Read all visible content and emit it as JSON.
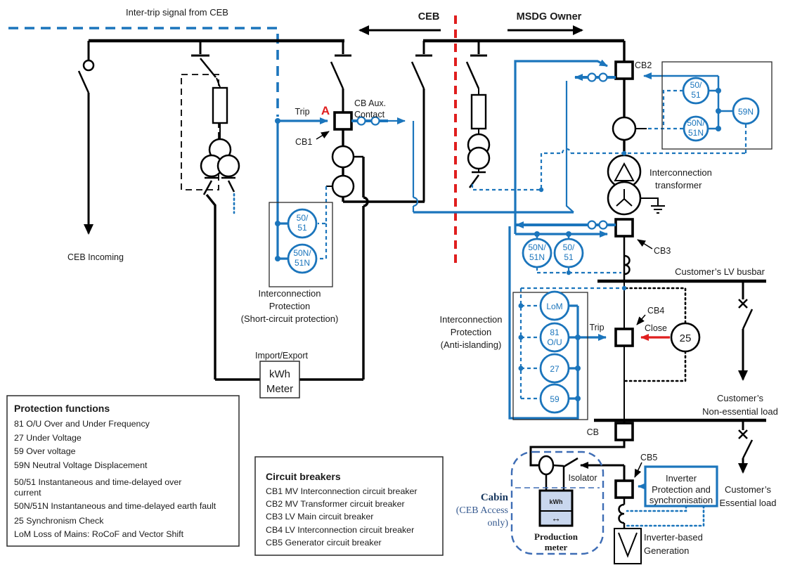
{
  "header": {
    "intertrip": "Inter-trip signal from CEB",
    "ceb_region": "CEB",
    "msdg_region": "MSDG Owner"
  },
  "labels": {
    "ceb_incoming": "CEB Incoming",
    "trip_cb1": "Trip",
    "marker_a": "A",
    "cb_aux_l1": "CB Aux.",
    "cb_aux_l2": "Contact",
    "cb1": "CB1",
    "cb2": "CB2",
    "cb3": "CB3",
    "cb4": "CB4",
    "cb5": "CB5",
    "cb": "CB",
    "import_export": "Import/Export",
    "kwh_meter_l1": "kWh",
    "kwh_meter_l2": "Meter",
    "intercon_tx_l1": "Interconnection",
    "intercon_tx_l2": "transformer",
    "lv_busbar": "Customer’s LV busbar",
    "trip_cb4": "Trip",
    "close_cb4": "Close",
    "non_essential_l1": "Customer’s",
    "non_essential_l2": "Non-essential load",
    "essential_l1": "Customer’s",
    "essential_l2": "Essential load",
    "isolator": "Isolator",
    "cabin_l1": "Cabin",
    "cabin_l2": "(CEB Access",
    "cabin_l3": "only)",
    "production_kwh": "kWh",
    "production_arrow": "↔",
    "production_meter_l1": "Production",
    "production_meter_l2": "meter",
    "inverter_box_l1": "Inverter",
    "inverter_box_l2": "Protection and",
    "inverter_box_l3": "synchronisation",
    "generation_l1": "Inverter-based",
    "generation_l2": "Generation",
    "sc_prot_l1": "Interconnection",
    "sc_prot_l2": "Protection",
    "sc_prot_l3": "(Short-circuit protection)",
    "ai_prot_l1": "Interconnection",
    "ai_prot_l2": "Protection",
    "ai_prot_l3": "(Anti-islanding)"
  },
  "relays": {
    "oc_cb1_l1": "50/",
    "oc_cb1_l2": "51",
    "ef_cb1_l1": "50N/",
    "ef_cb1_l2": "51N",
    "oc_cb2_l1": "50/",
    "oc_cb2_l2": "51",
    "ef_cb2_l1": "50N/",
    "ef_cb2_l2": "51N",
    "nvd_cb2": "59N",
    "ef_cb3_l1": "50N/",
    "ef_cb3_l2": "51N",
    "oc_cb3_l1": "50/",
    "oc_cb3_l2": "51",
    "lom": "LoM",
    "freq_l1": "81",
    "freq_l2": "O/U",
    "uv": "27",
    "ov": "59",
    "sync": "25"
  },
  "protection_functions": {
    "title": "Protection functions",
    "lines": [
      "81 O/U Over and Under Frequency",
      "27 Under Voltage",
      "59 Over voltage",
      "59N Neutral Voltage Displacement",
      "50/51 Instantaneous and time-delayed over",
      "current",
      "50N/51N Instantaneous and time-delayed earth fault",
      "25 Synchronism Check",
      "LoM Loss of Mains: RoCoF and Vector Shift"
    ]
  },
  "circuit_breakers": {
    "title": "Circuit breakers",
    "items": [
      "CB1 MV Interconnection circuit breaker",
      "CB2 MV Transformer circuit breaker",
      "CB3 LV Main  circuit breaker",
      "CB4 LV Interconnection circuit breaker",
      "CB5 Generator circuit breaker"
    ]
  },
  "colors": {
    "signal_blue": "#1B75BC",
    "boundary_red": "#E01E1E",
    "wire_black": "#000000",
    "meter_fill": "#C9D7EE",
    "cabin_blue": "#3E6DB5",
    "cabin_text": "#35598F"
  }
}
